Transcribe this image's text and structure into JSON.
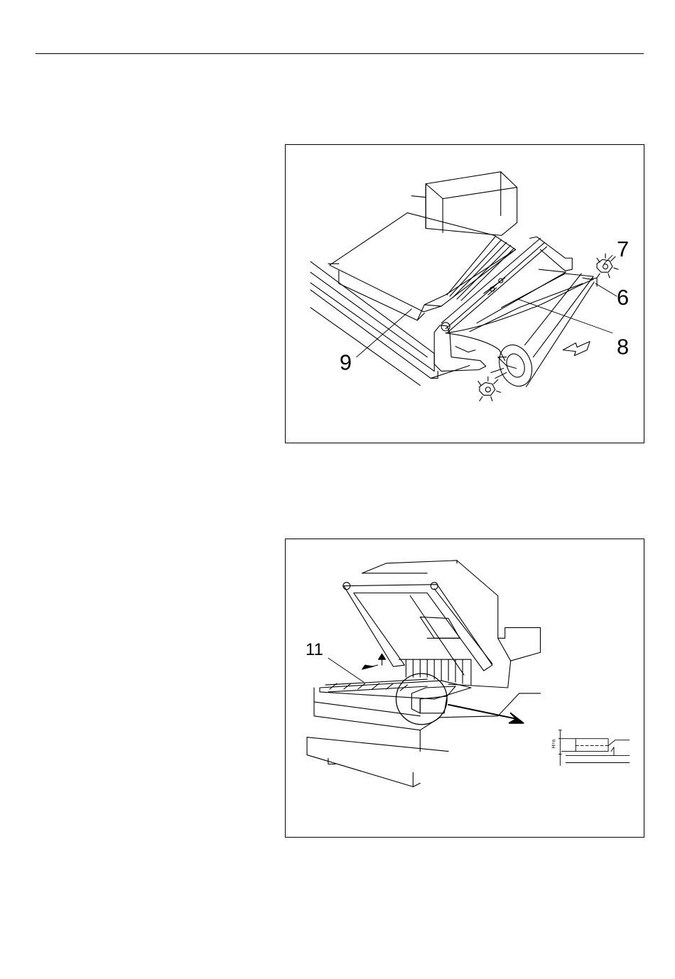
{
  "figure1": {
    "callouts": {
      "c7": "7",
      "c6": "6",
      "c8": "8",
      "c9": "9"
    }
  },
  "figure2": {
    "callouts": {
      "c11": "11"
    },
    "detail_label": "H=n"
  }
}
